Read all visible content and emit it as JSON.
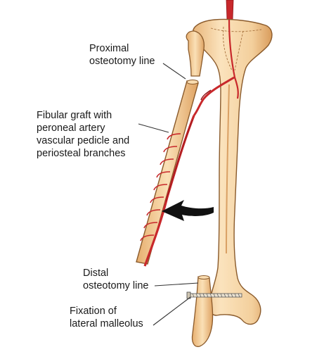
{
  "labels": {
    "proximal_osteotomy": "Proximal\nosteotomy line",
    "fibular_graft": "Fibular graft with\nperoneal artery\nvascular pedicle and\nperiosteal branches",
    "distal_osteotomy": "Distal\nosteotomy line",
    "fixation": "Fixation of\nlateral malleolus"
  },
  "colors": {
    "bone_fill": "#f6d7a8",
    "bone_shade": "#e3a968",
    "bone_outline": "#8a5a2b",
    "artery": "#c8282b",
    "artery_dark": "#8e1519",
    "leader": "#333333",
    "arrow": "#111111"
  }
}
